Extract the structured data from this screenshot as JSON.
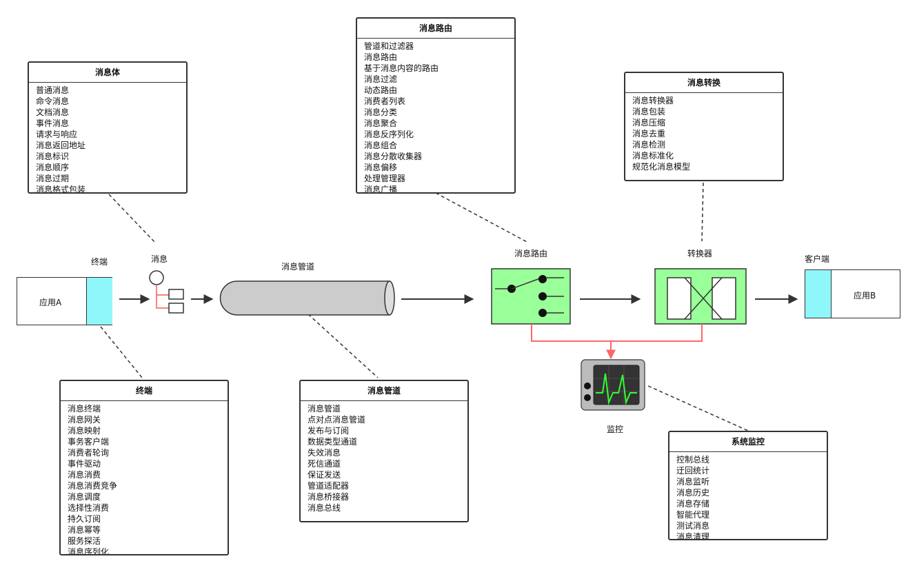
{
  "boxes": {
    "message_body": {
      "title": "消息体",
      "items": [
        "普通消息",
        "命令消息",
        "文档消息",
        "事件消息",
        "请求与响应",
        "消息返回地址",
        "消息标识",
        "消息顺序",
        "消息过期",
        "消息格式包装"
      ]
    },
    "message_routing": {
      "title": "消息路由",
      "items": [
        "管道和过滤器",
        "消息路由",
        "基于消息内容的路由",
        "消息过滤",
        "动态路由",
        "消费者列表",
        "消息分类",
        "消息聚合",
        "消息反序列化",
        "消息组合",
        "消息分散收集器",
        "消息偏移",
        "处理管理器",
        "消息广播"
      ]
    },
    "message_transform": {
      "title": "消息转换",
      "items": [
        "消息转换器",
        "消息包装",
        "消息压缩",
        "消息去重",
        "消息检测",
        "消息标准化",
        "规范化消息模型"
      ]
    },
    "endpoint": {
      "title": "终端",
      "items": [
        "消息终端",
        "消息网关",
        "消息映射",
        "事务客户端",
        "消费者轮询",
        "事件驱动",
        "消息消费",
        "消息消费竞争",
        "消息调度",
        "选择性消费",
        "持久订阅",
        "消息幂等",
        "服务探活",
        "消息序列化"
      ]
    },
    "message_channel": {
      "title": "消息管道",
      "items": [
        "消息管道",
        "点对点消息管道",
        "发布与订阅",
        "数据类型通道",
        "失效消息",
        "死信通道",
        "保证发送",
        "管道适配器",
        "消息桥接器",
        "消息总线"
      ]
    },
    "system_monitor": {
      "title": "系统监控",
      "items": [
        "控制总线",
        "迂回统计",
        "消息监听",
        "消息历史",
        "消息存储",
        "智能代理",
        "测试消息",
        "消息清理"
      ]
    }
  },
  "labels": {
    "endpoint": "终端",
    "message": "消息",
    "channel": "消息管道",
    "router": "消息路由",
    "translator": "转换器",
    "client": "客户端",
    "monitor": "监控"
  },
  "apps": {
    "a": "应用A",
    "b": "应用B"
  },
  "colors": {
    "accent_cyan": "#8ff7fa",
    "node_green": "#99ff99",
    "monitor_link": "#ff6666",
    "pipe_gray": "#cccccc"
  }
}
